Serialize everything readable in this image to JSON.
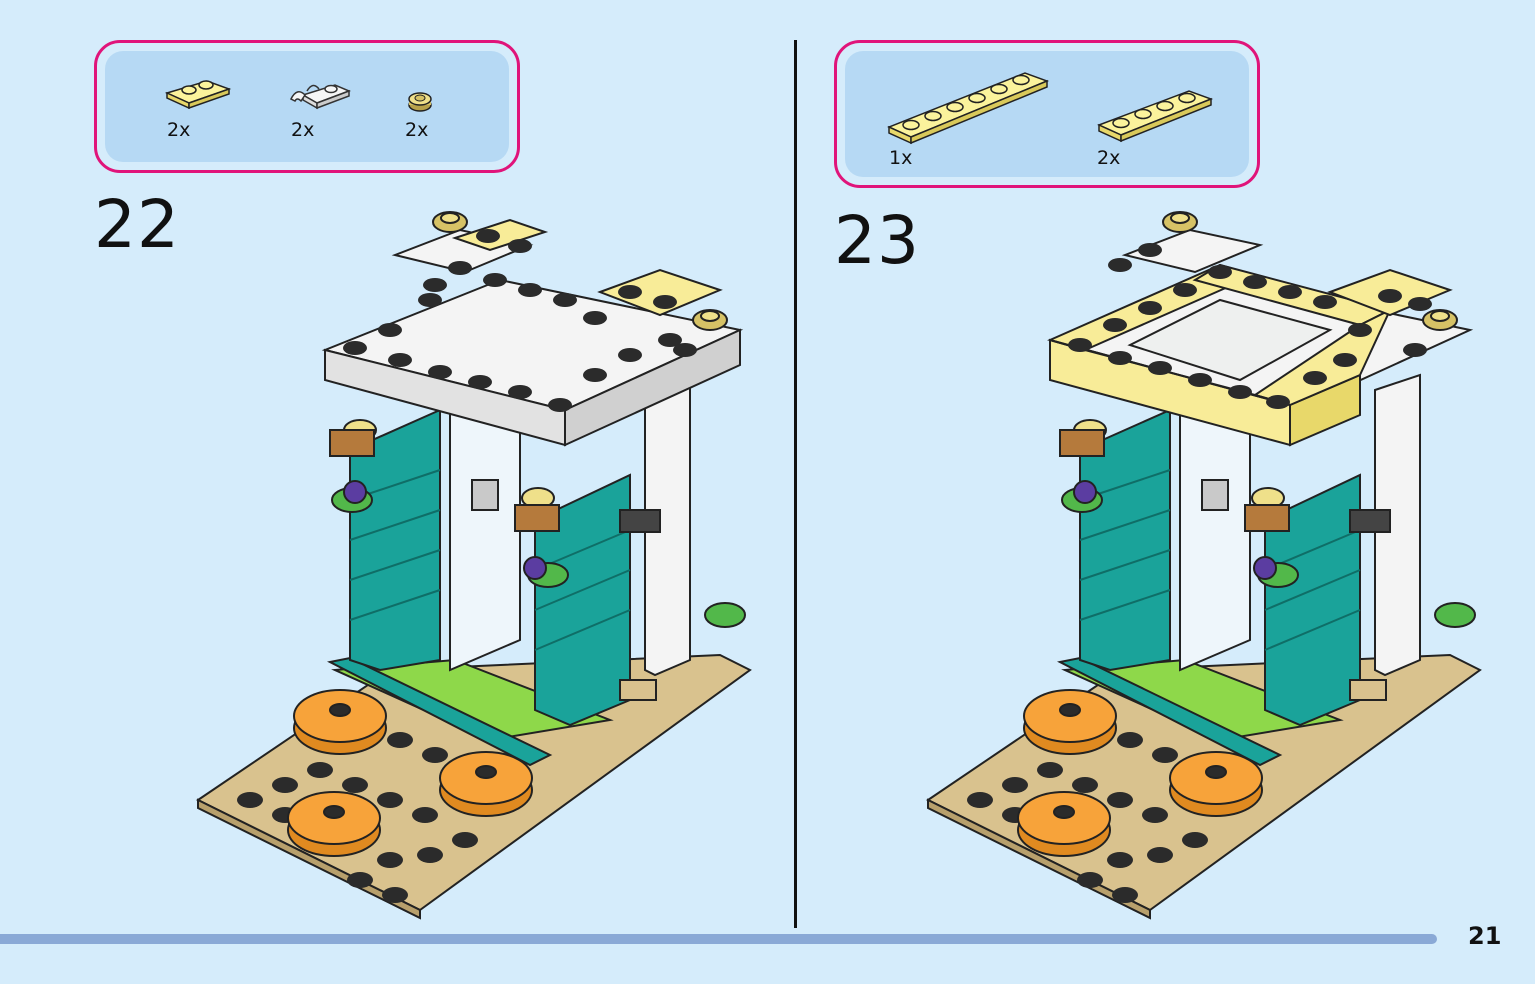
{
  "steps": [
    {
      "number": "22",
      "parts": [
        {
          "name": "plate-1x2-yellow",
          "qty": "2x"
        },
        {
          "name": "plate-1x2-clip-white",
          "qty": "2x"
        },
        {
          "name": "round-plate-1x1-gold",
          "qty": "2x"
        }
      ]
    },
    {
      "number": "23",
      "parts": [
        {
          "name": "plate-1x6-yellow",
          "qty": "1x"
        },
        {
          "name": "plate-1x4-yellow",
          "qty": "2x"
        }
      ]
    }
  ],
  "page_number": "21",
  "colors": {
    "background": "#d5ecfb",
    "parts_box_border": "#e0147a",
    "parts_box_fill": "#b6d9f4",
    "footer_bar": "#8aa9d6",
    "teal": "#1aa39a",
    "white_brick": "#f4f4f4",
    "yellow_brick": "#f8ec98",
    "tan_plate": "#d9c28e",
    "orange_tile": "#f7a33a",
    "lime": "#8ed84a"
  }
}
